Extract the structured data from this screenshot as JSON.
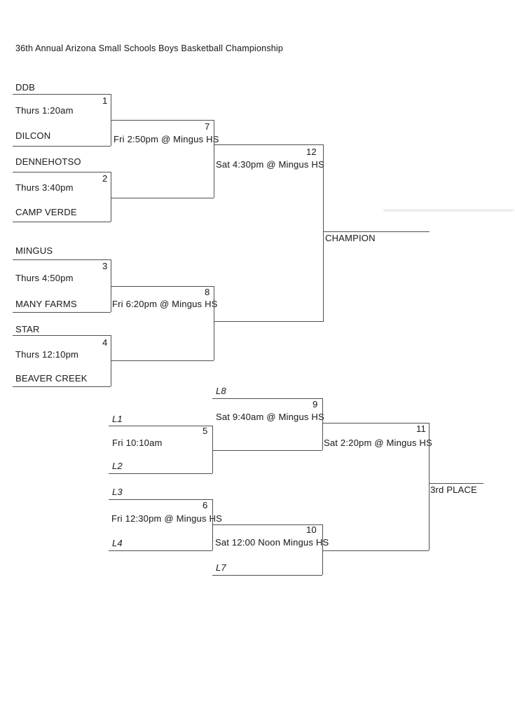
{
  "page": {
    "title": "36th Annual Arizona Small Schools Boys Basketball Championship"
  },
  "championship": {
    "round1": [
      {
        "number": "1",
        "top_team": "DDB",
        "time": "Thurs 1:20am",
        "bottom_team": "DILCON"
      },
      {
        "number": "2",
        "top_team": "DENNEHOTSO",
        "time": "Thurs 3:40pm",
        "bottom_team": "CAMP VERDE"
      },
      {
        "number": "3",
        "top_team": "MINGUS",
        "time": "Thurs 4:50pm",
        "bottom_team": "MANY FARMS"
      },
      {
        "number": "4",
        "top_team": "STAR",
        "time": "Thurs 12:10pm",
        "bottom_team": "BEAVER CREEK"
      }
    ],
    "semifinals": [
      {
        "number": "7",
        "time": "Fri 2:50pm @ Mingus HS"
      },
      {
        "number": "8",
        "time": "Fri 6:20pm @ Mingus HS"
      }
    ],
    "final": {
      "number": "12",
      "time": "Sat 4:30pm @ Mingus HS"
    },
    "champion_label": "CHAMPION"
  },
  "consolation": {
    "round1": [
      {
        "number": "5",
        "top_team": "L1",
        "time": "Fri 10:10am",
        "bottom_team": "L2"
      },
      {
        "number": "6",
        "top_team": "L3",
        "time": "Fri 12:30pm @ Mingus HS",
        "bottom_team": "L4"
      }
    ],
    "semifinals": [
      {
        "number": "9",
        "top_team": "L8",
        "time": "Sat 9:40am @ Mingus HS"
      },
      {
        "number": "10",
        "time": "Sat 12:00 Noon Mingus HS",
        "bottom_team": "L7"
      }
    ],
    "final": {
      "number": "11",
      "time": "Sat 2:20pm @ Mingus HS"
    },
    "third_place_label": "3rd PLACE"
  },
  "colors": {
    "line": "#4f4f4f",
    "text": "#262626",
    "background": "#ffffff"
  }
}
